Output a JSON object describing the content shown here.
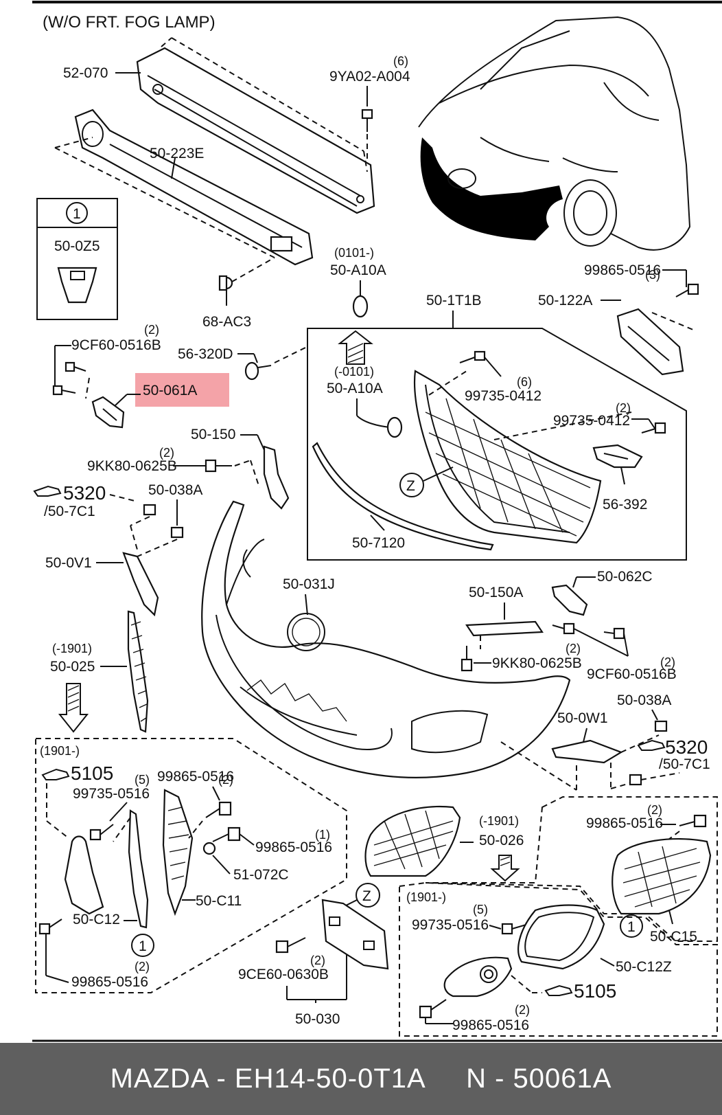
{
  "header": {
    "note": "(W/O FRT. FOG LAMP)"
  },
  "highlight": {
    "part": "50-061A",
    "color": "#f4a3a8"
  },
  "labels": {
    "p52_070": "52-070",
    "q9ya02": "(6)",
    "p9ya02": "9YA02-A004",
    "p50_223e": "50-223E",
    "inset_num": "1",
    "inset_part": "50-0Z5",
    "p68_ac3": "68-AC3",
    "q0101": "(0101-)",
    "p50_a10a_top": "50-A10A",
    "p50_1t1b": "50-1T1B",
    "q99865_a": "(3)",
    "p99865_a": "99865-0516",
    "p50_122a": "50-122A",
    "q9cf60_a": "(2)",
    "p9cf60_a": "9CF60-0516B",
    "p56_320d": "56-320D",
    "p50_061a": "50-061A",
    "q_0101": "(-0101)",
    "p50_a10a_mid": "50-A10A",
    "q99735_a": "(6)",
    "p99735_a": "99735-0412",
    "q99735_b": "(2)",
    "p99735_b": "99735-0412",
    "p50_150": "50-150",
    "q9kk80_a": "(2)",
    "p9kk80_a": "9KK80-0625B",
    "ref5320_a": "5320",
    "ref507c1_a": "/50-7C1",
    "p50_038a_a": "50-038A",
    "z_mark_a": "Z",
    "p56_392": "56-392",
    "p50_7120": "50-7120",
    "p50_0v1": "50-0V1",
    "p50_031j": "50-031J",
    "p50_150a": "50-150A",
    "p50_062c": "50-062C",
    "q_1901a": "(-1901)",
    "p50_025": "50-025",
    "q9kk80_b": "(2)",
    "p9kk80_b": "9KK80-0625B",
    "q9cf60_b": "(2)",
    "p9cf60_b": "9CF60-0516B",
    "p50_038a_b": "50-038A",
    "p50_0w1": "50-0W1",
    "ref5320_b": "5320",
    "ref507c1_b": "/50-7C1",
    "q1901_a": "(1901-)",
    "ref5105_a": "5105",
    "q99735_c": "(5)",
    "p99735_c": "99735-0516",
    "q99865_b": "(2)",
    "p99865_b": "99865-0516",
    "q99865_c": "(1)",
    "p99865_c": "99865-0516",
    "p51_072c": "51-072C",
    "p50_c11": "50-C11",
    "p50_c12": "50-C12",
    "circ1_a": "1",
    "q99865_d": "(2)",
    "p99865_d": "99865-0516",
    "q_1901b": "(-1901)",
    "p50_026": "50-026",
    "z_mark_b": "Z",
    "q9ce60": "(2)",
    "p9ce60": "9CE60-0630B",
    "p50_030": "50-030",
    "q99865_e": "(2)",
    "p99865_e": "99865-0516",
    "circ1_b": "1",
    "p50_c15": "50-C15",
    "q1901_b": "(1901-)",
    "q99735_d": "(5)",
    "p99735_d": "99735-0516",
    "p50_c12z": "50-C12Z",
    "ref5105_b": "5105",
    "q99865_f": "(2)",
    "p99865_f": "99865-0516"
  },
  "footer": {
    "text": "MAZDA - EH14-50-0T1A     N - 50061A",
    "background": "#5f5f5f"
  }
}
